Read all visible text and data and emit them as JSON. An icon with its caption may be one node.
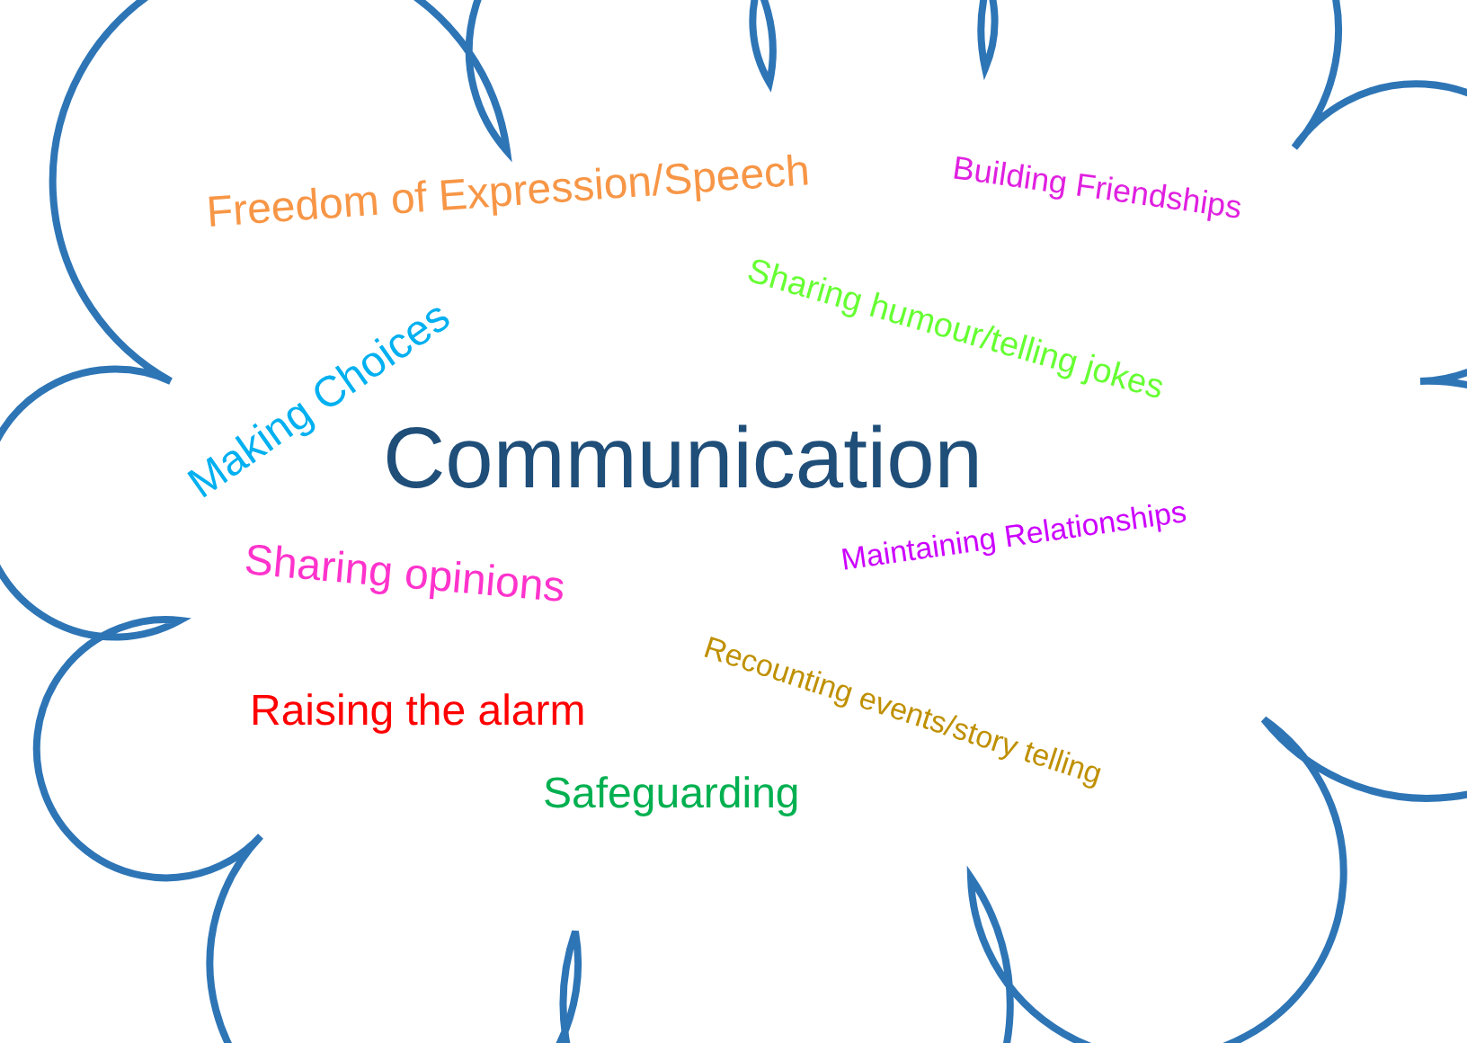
{
  "diagram": {
    "nodes": [
      {
        "text": [
          "Building Friendships",
          "Freedom of Expression/Speech",
          "Making Choices",
          "Sharing humour/telling jokes",
          "Communication",
          "Sharing opinions",
          "Maintaining Relationships",
          "Raising the alarm",
          "Recounting events/story telling",
          "Safeguarding"
        ]
      }
    ]
  }
}
